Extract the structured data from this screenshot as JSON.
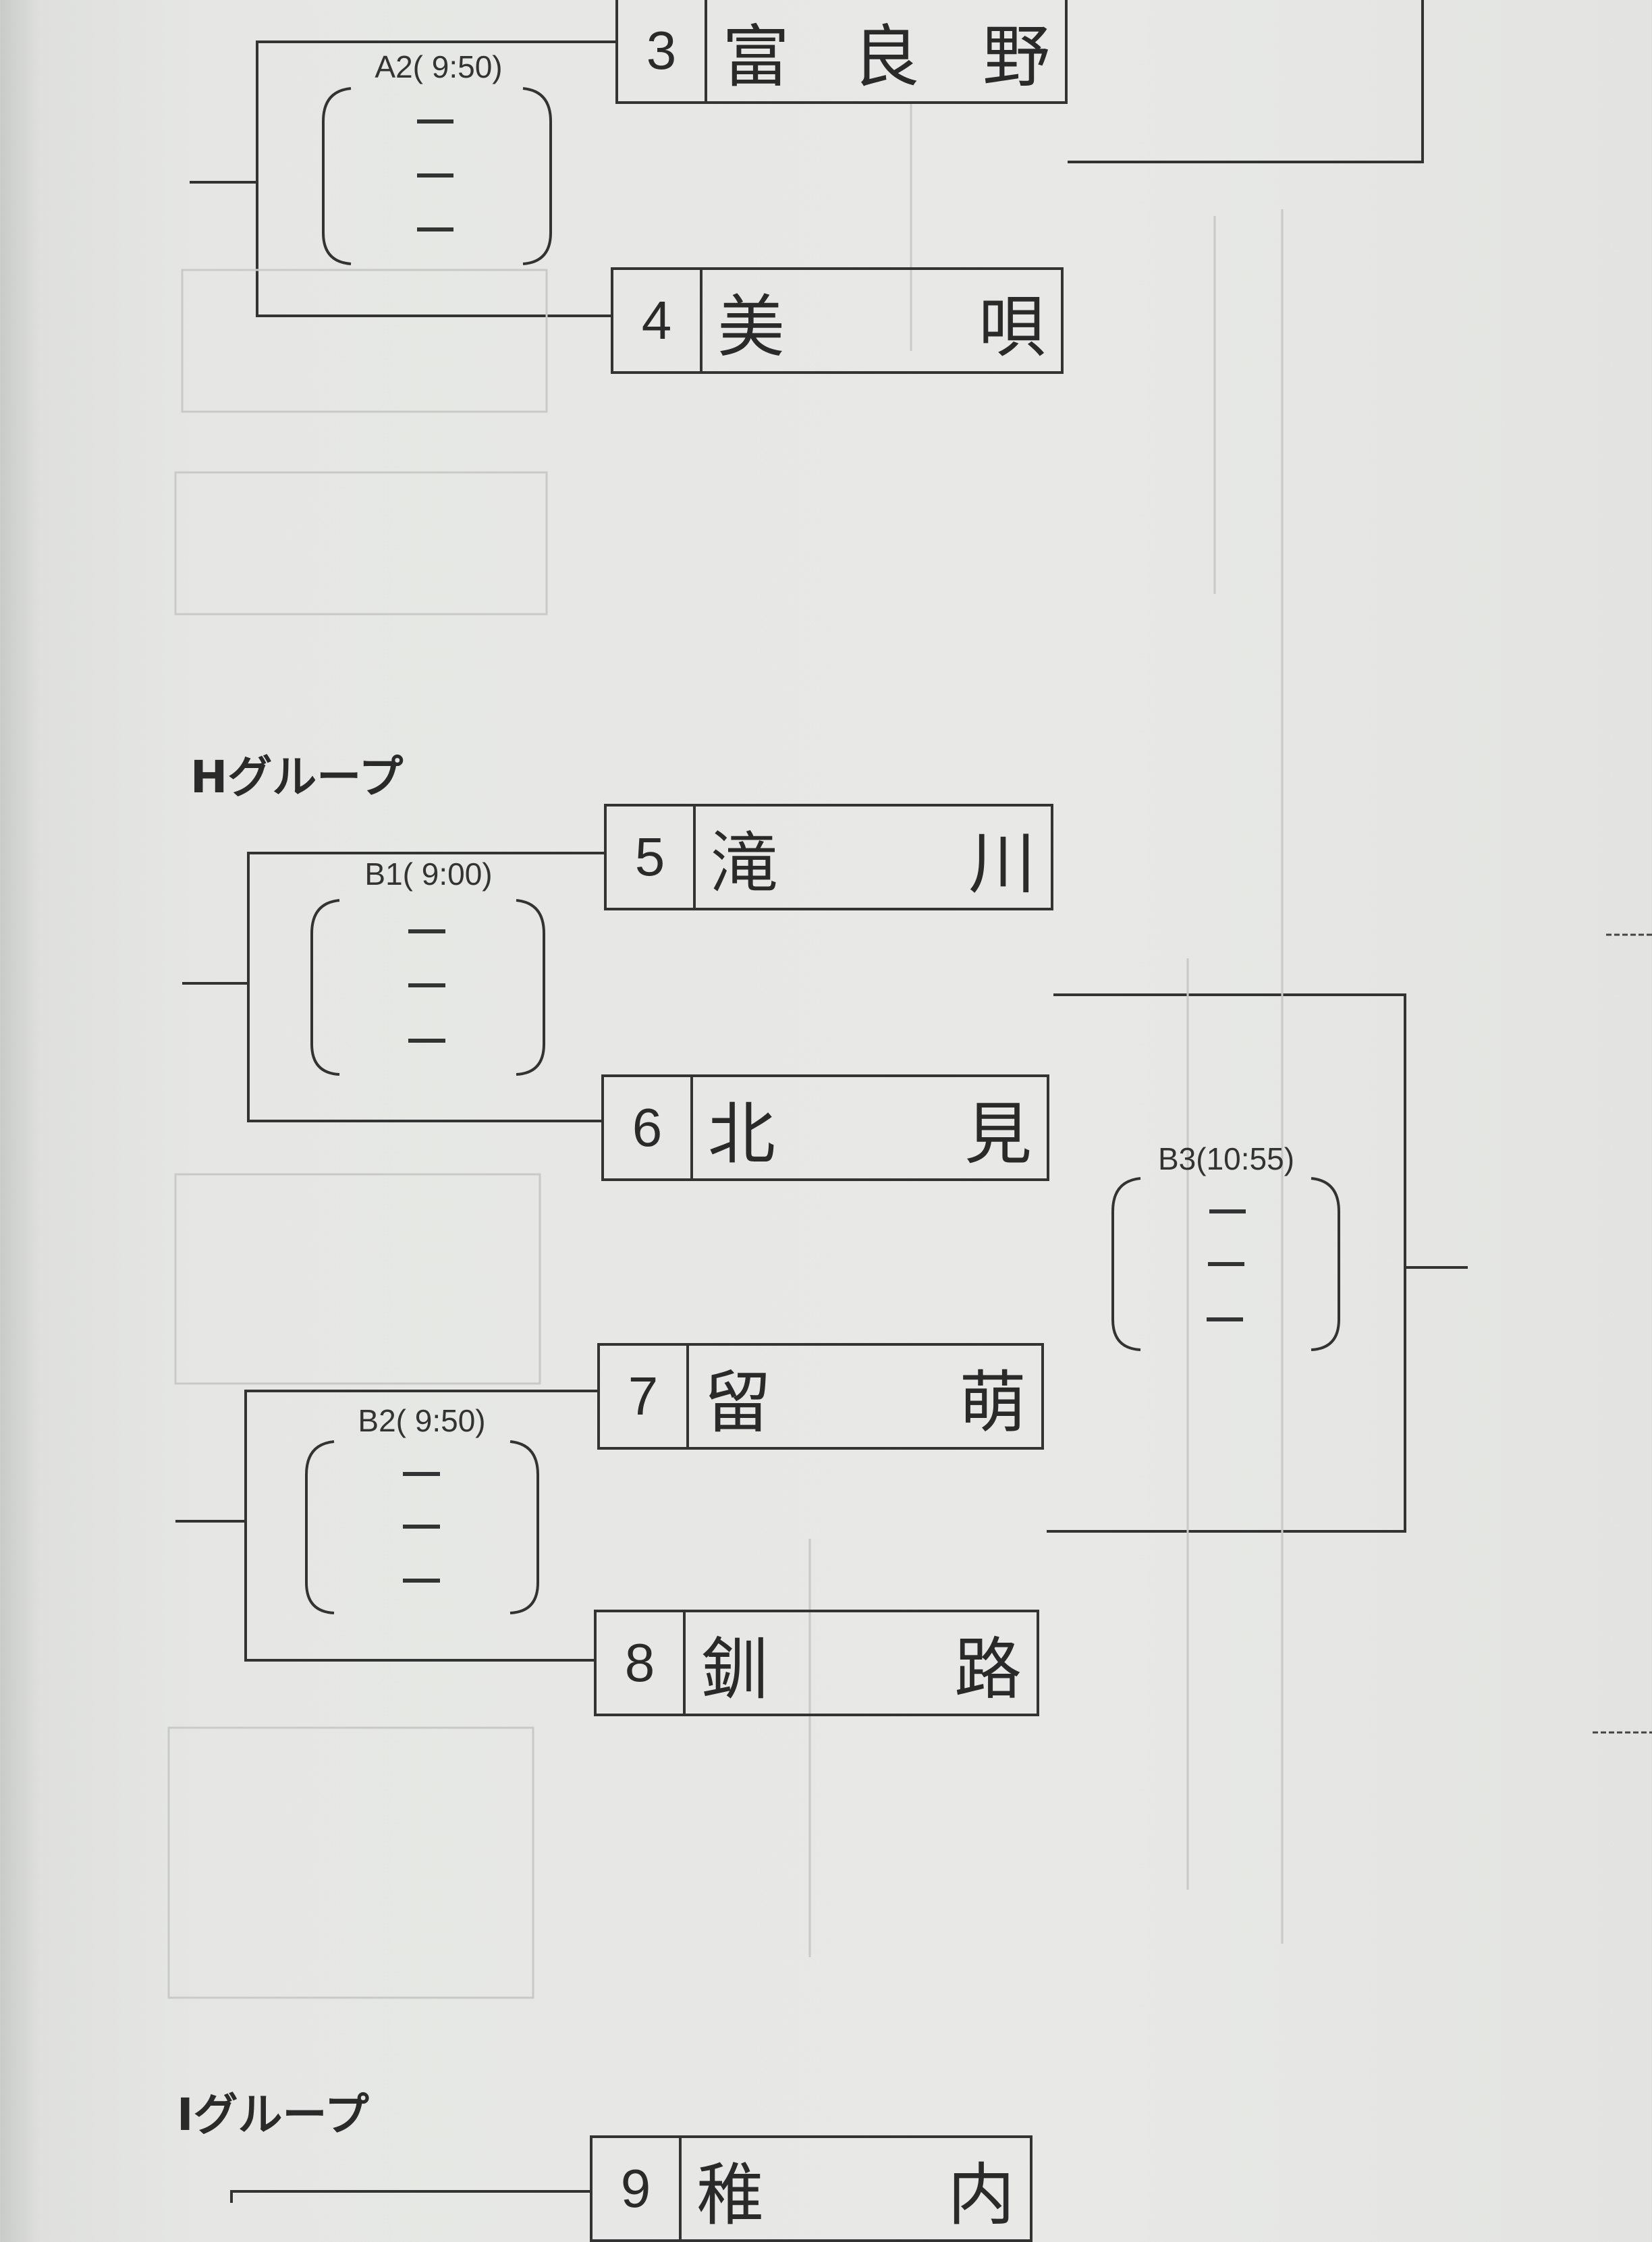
{
  "groups": {
    "h_label": "Hグループ",
    "i_label": "Iグループ"
  },
  "teams": [
    {
      "no": "3",
      "name": "富良野"
    },
    {
      "no": "4",
      "name": "美唄"
    },
    {
      "no": "5",
      "name": "滝川"
    },
    {
      "no": "6",
      "name": "北見"
    },
    {
      "no": "7",
      "name": "留萌"
    },
    {
      "no": "8",
      "name": "釧路"
    },
    {
      "no": "9",
      "name": "稚内"
    }
  ],
  "matches": {
    "a2": "A2( 9:50)",
    "b1": "B1( 9:00)",
    "b2": "B2( 9:50)",
    "b3": "B3(10:55)"
  },
  "colors": {
    "ink": "#333333",
    "paper": "#e6e7e4"
  }
}
